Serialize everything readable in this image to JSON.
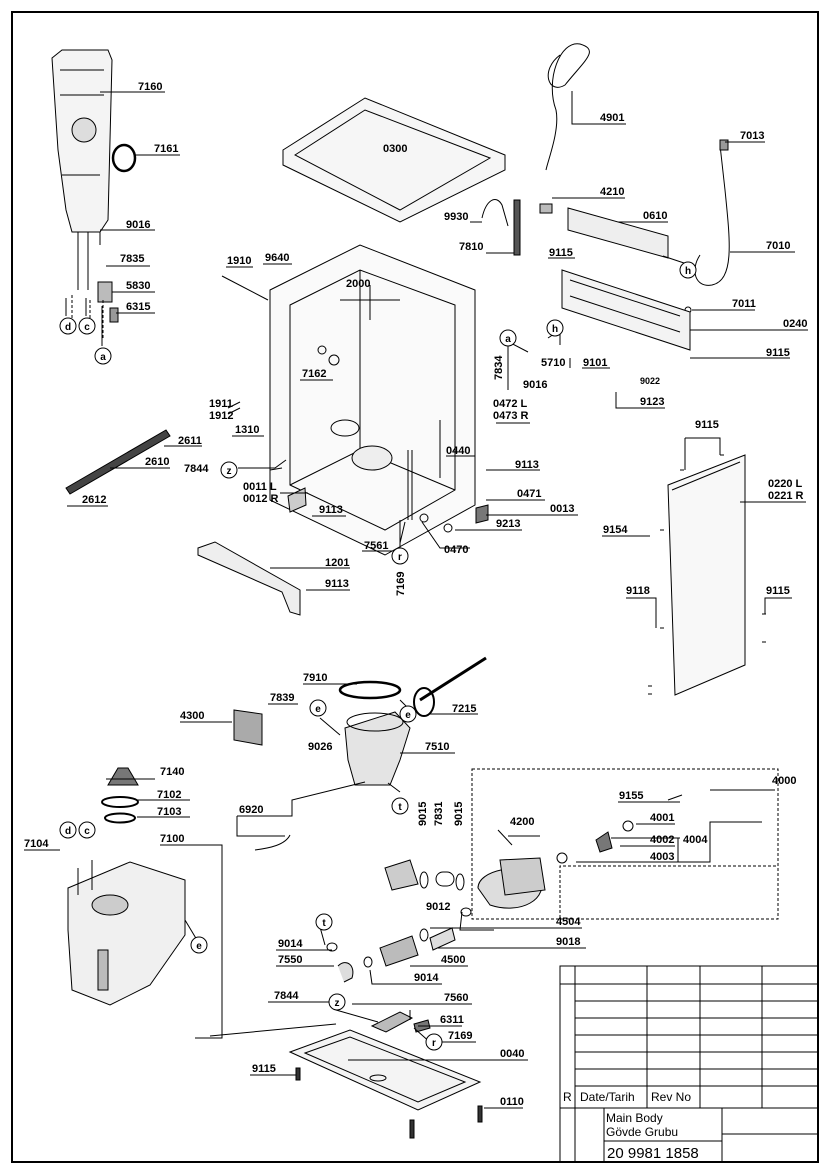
{
  "parts": {
    "p7160": "7160",
    "p7161": "7161",
    "p9016a": "9016",
    "p7835": "7835",
    "p5830": "5830",
    "p6315": "6315",
    "p4901": "4901",
    "p7013": "7013",
    "p0300": "0300",
    "p4210": "4210",
    "p9930": "9930",
    "p0610": "0610",
    "p7810": "7810",
    "p9115a": "9115",
    "p7010": "7010",
    "p1910": "1910",
    "p9640": "9640",
    "p2000": "2000",
    "p7011": "7011",
    "p0240": "0240",
    "p7834": "7834",
    "p5710": "5710",
    "p9101": "9101",
    "p9016b": "9016",
    "p9115b": "9115",
    "p9022": "9022",
    "p9123": "9123",
    "p7162": "7162",
    "p1911": "1911",
    "p1912": "1912",
    "p1310": "1310",
    "p2611": "2611",
    "p0472": "0472 L",
    "p0473": "0473 R",
    "p2610": "2610",
    "p7844a": "7844",
    "p0440": "0440",
    "p9113a": "9113",
    "p0011": "0011 L",
    "p0012": "0012 R",
    "p0471": "0471",
    "p2612": "2612",
    "p9113b": "9113",
    "p0013": "0013",
    "p9213": "9213",
    "p7561": "7561",
    "p0470": "0470",
    "p7169a": "7169",
    "p1201": "1201",
    "p9113c": "9113",
    "p9115c": "9115",
    "p0220": "0220 L",
    "p0221": "0221 R",
    "p9154": "9154",
    "p9118": "9118",
    "p9115d": "9115",
    "p7910": "7910",
    "p7839": "7839",
    "p7215": "7215",
    "p4300": "4300",
    "p9026": "9026",
    "p7510": "7510",
    "p7140": "7140",
    "p4000": "4000",
    "p7102": "7102",
    "p7103": "7103",
    "p9155": "9155",
    "p6920": "6920",
    "p9015a": "9015",
    "p7831": "7831",
    "p9015b": "9015",
    "p4001": "4001",
    "p4200": "4200",
    "p4002": "4002",
    "p4004": "4004",
    "p7104": "7104",
    "p7100": "7100",
    "p4003": "4003",
    "p9012": "9012",
    "p4504": "4504",
    "p9014a": "9014",
    "p9018": "9018",
    "p7550": "7550",
    "p4500": "4500",
    "p9014b": "9014",
    "p7844b": "7844",
    "p7560": "7560",
    "p6311": "6311",
    "p7169b": "7169",
    "p0040": "0040",
    "p9115e": "9115",
    "p0110": "0110"
  },
  "callouts": {
    "d1": "d",
    "c1": "c",
    "a1": "a",
    "h1": "h",
    "a2": "a",
    "h2": "h",
    "z1": "z",
    "r1": "r",
    "e1": "e",
    "e2": "e",
    "t1": "t",
    "d2": "d",
    "c2": "c",
    "e3": "e",
    "t2": "t",
    "z2": "z",
    "r2": "r"
  },
  "title_block": {
    "r_label": "R",
    "date_label": "Date/Tarih",
    "rev_label": "Rev No",
    "title_en": "Main Body",
    "title_tr": "Gövde Grubu",
    "drawing_number": "20 9981 1858"
  }
}
